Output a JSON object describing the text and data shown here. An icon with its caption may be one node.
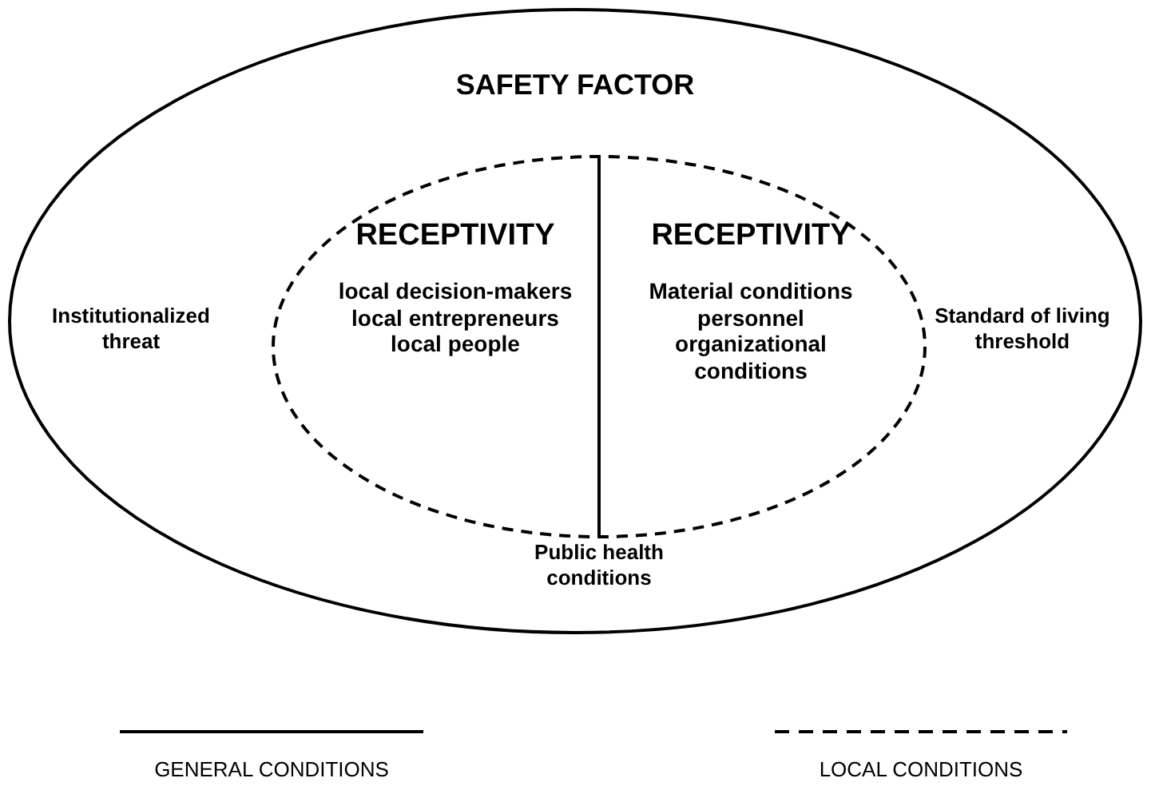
{
  "diagram": {
    "nodes": [
      {
        "text": [
          "SAFETY FACTOR"
        ]
      },
      {
        "text": [],
        "shape": "ellipse",
        "in": 0
      },
      {
        "text": [
          "RECEPTIVITY",
          "local decision-makers",
          "local entrepreneurs",
          "local people"
        ],
        "in": 1
      },
      {
        "text": [
          "RECEPTIVITY",
          "Material conditions",
          "personnel",
          "organizational conditions"
        ],
        "in": 1
      }
    ],
    "edges": [],
    "labels": [
      "Institutionalized threat",
      "Standard of living threshold",
      "Public health conditions"
    ],
    "legend": [
      {
        "text": "GENERAL CONDITIONS"
      },
      {
        "text": "LOCAL CONDITIONS"
      }
    ]
  }
}
